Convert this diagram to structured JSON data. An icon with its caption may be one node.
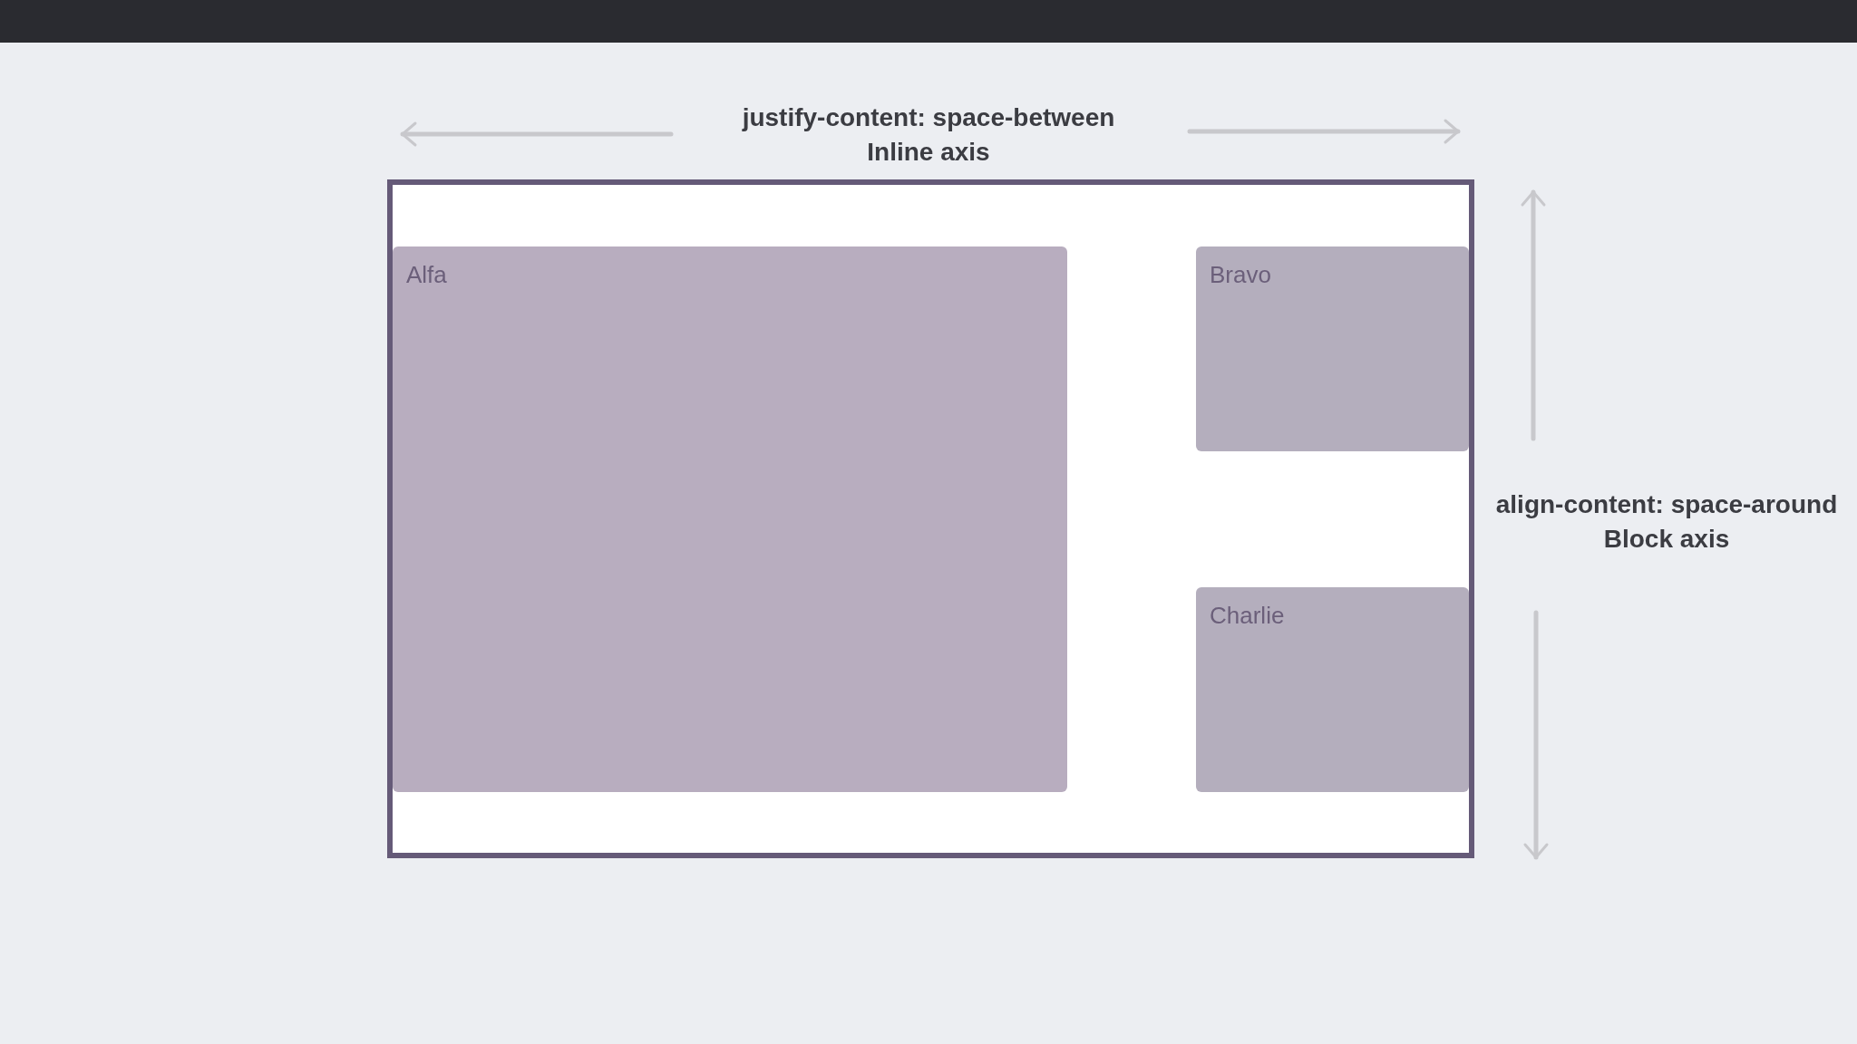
{
  "diagram": {
    "nodes": [
      {
        "text": [],
        "shape": "bar"
      },
      {
        "text": [],
        "shape": "box"
      },
      {
        "text": [
          "Alfa"
        ],
        "in": 1
      },
      {
        "text": [
          "Bravo"
        ],
        "in": 1
      },
      {
        "text": [
          "Charlie"
        ],
        "in": 1
      }
    ],
    "labels": [
      "justify-content: space-between",
      "Inline axis",
      "align-content: space-around",
      "Block axis"
    ]
  }
}
